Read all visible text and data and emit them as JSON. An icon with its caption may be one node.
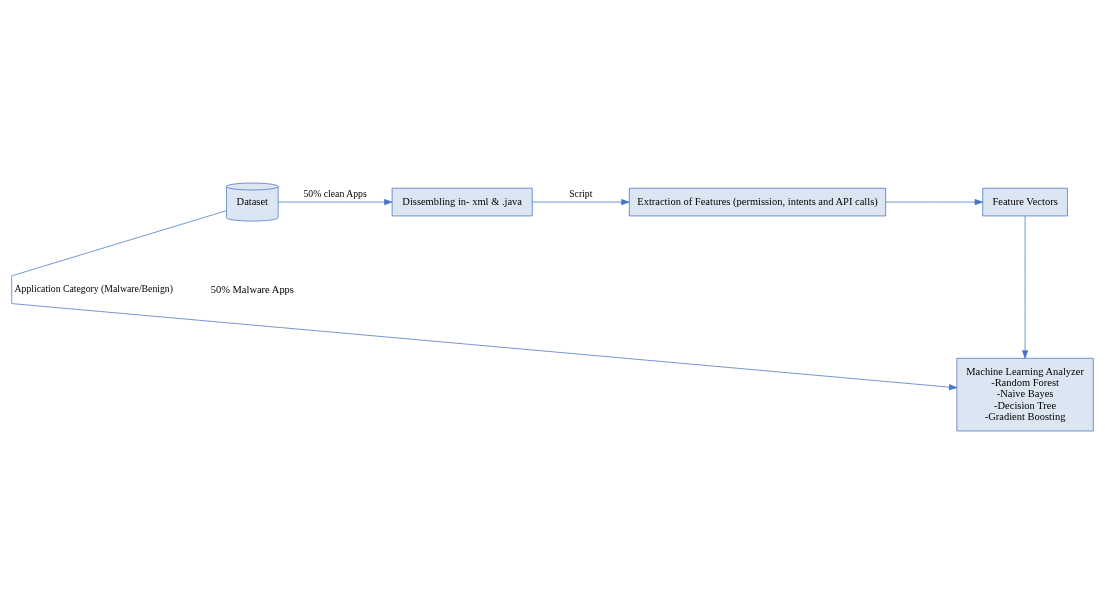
{
  "diagram": {
    "nodes": [
      {
        "text": [
          "Dataset"
        ]
      },
      {
        "text": [
          "Dissembling in- xml & .java"
        ]
      },
      {
        "text": [
          "Extraction of Features (permission, intents and API calls)"
        ]
      },
      {
        "text": [
          "Feature Vectors"
        ]
      },
      {
        "text": [
          "Machine Learning Analyzer",
          "-Random Forest",
          "-Naive Bayes",
          "-Decision Tree",
          "-Gradient Boosting"
        ]
      }
    ],
    "edges": [
      {
        "from": 0,
        "to": 1,
        "arrow": "to",
        "label": "50% clean Apps"
      },
      {
        "from": 1,
        "to": 2,
        "arrow": "to",
        "label": "Script"
      },
      {
        "from": 2,
        "to": 3,
        "arrow": "to"
      },
      {
        "from": 3,
        "to": 4,
        "arrow": "to"
      },
      {
        "from": 0,
        "to": 4,
        "arrow": "to",
        "label": "Application Category (Malware/Benign)"
      }
    ],
    "labels": [
      "50% Malware Apps"
    ]
  }
}
